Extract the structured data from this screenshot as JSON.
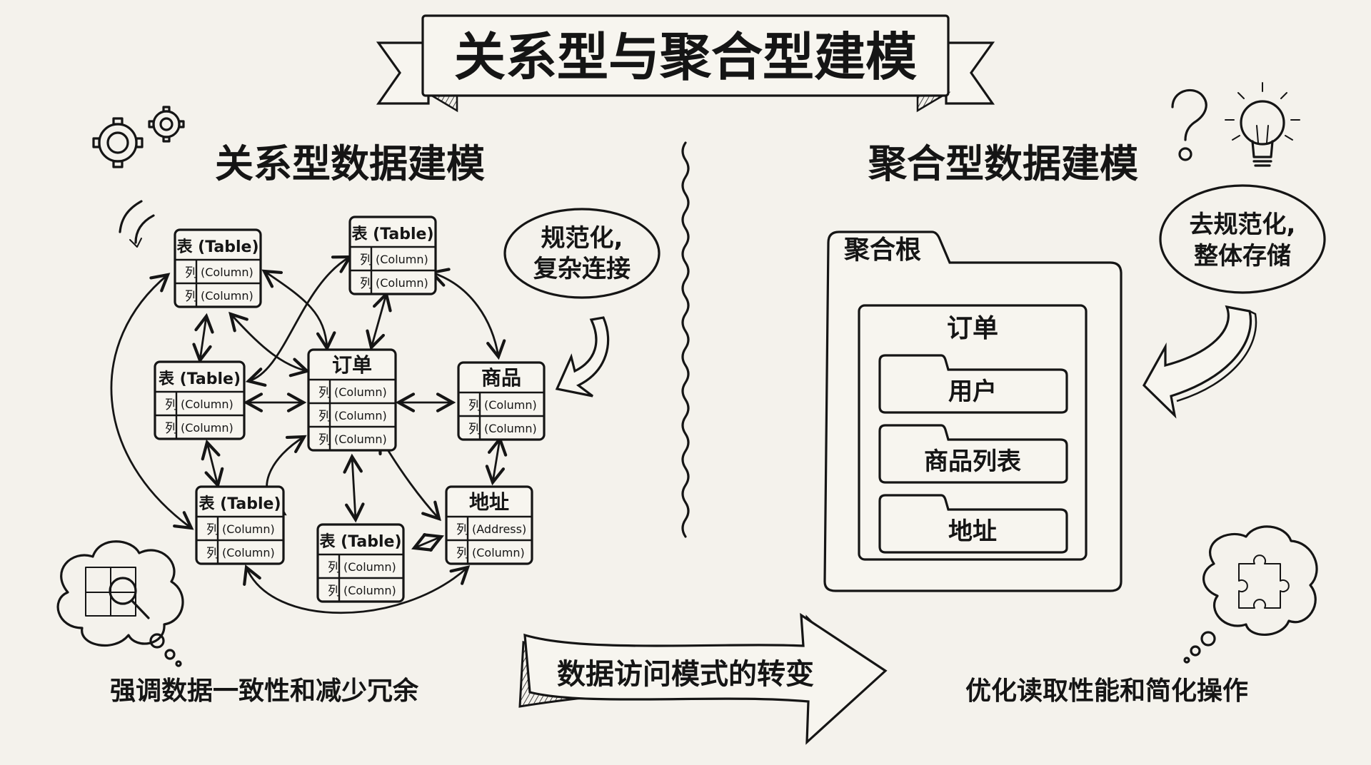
{
  "title": "关系型与聚合型建模",
  "left": {
    "heading": "关系型数据建模",
    "bubble": [
      "规范化,",
      "复杂连接"
    ],
    "caption": "强调数据一致性和减少冗余",
    "tables": [
      {
        "id": "t1",
        "title": "表 (Table)",
        "rows": [
          [
            "列",
            "(Column)"
          ],
          [
            "列",
            "(Column)"
          ]
        ]
      },
      {
        "id": "t2",
        "title": "表 (Table)",
        "rows": [
          [
            "列",
            "(Column)"
          ],
          [
            "列",
            "(Column)"
          ]
        ]
      },
      {
        "id": "t3",
        "title": "表 (Table)",
        "rows": [
          [
            "列",
            "(Column)"
          ],
          [
            "列",
            "(Column)"
          ]
        ]
      },
      {
        "id": "order",
        "title": "订单",
        "rows": [
          [
            "列",
            "(Column)"
          ],
          [
            "列",
            "(Column)"
          ],
          [
            "列",
            "(Column)"
          ]
        ]
      },
      {
        "id": "product",
        "title": "商品",
        "rows": [
          [
            "列",
            "(Column)"
          ],
          [
            "列",
            "(Column)"
          ]
        ]
      },
      {
        "id": "t4",
        "title": "表 (Table)",
        "rows": [
          [
            "列",
            "(Column)"
          ],
          [
            "列",
            "(Column)"
          ]
        ]
      },
      {
        "id": "t5",
        "title": "表 (Table)",
        "rows": [
          [
            "列",
            "(Column)"
          ],
          [
            "列",
            "(Column)"
          ]
        ]
      },
      {
        "id": "address",
        "title": "地址",
        "rows": [
          [
            "列",
            "(Address)"
          ],
          [
            "列",
            "(Column)"
          ]
        ]
      }
    ]
  },
  "right": {
    "heading": "聚合型数据建模",
    "bubble": [
      "去规范化,",
      "整体存储"
    ],
    "aggregate_root": "聚合根",
    "entity": "订单",
    "sub_entities": [
      "用户",
      "商品列表",
      "地址"
    ],
    "caption": "优化读取性能和简化操作"
  },
  "center_arrow": "数据访问模式的转变",
  "icons": [
    "gears-icon",
    "question-mark-icon",
    "lightbulb-icon",
    "puzzle-magnifier-icon",
    "puzzle-piece-icon",
    "curved-arrow-icon"
  ]
}
